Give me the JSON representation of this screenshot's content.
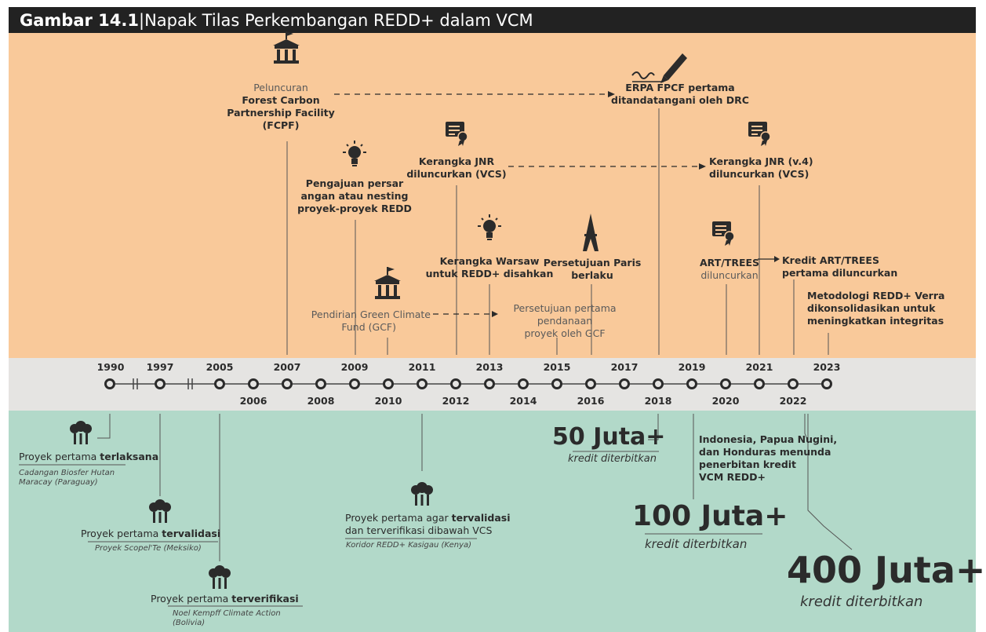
{
  "title": {
    "bold": "Gambar 14.1",
    "sep": "|",
    "rest": " Napak Tilas Perkembangan REDD+ dalam VCM"
  },
  "years_top": [
    "1990",
    "1997",
    "2005",
    "2007",
    "2009",
    "2011",
    "2013",
    "2015",
    "2017",
    "2019",
    "2021",
    "2023"
  ],
  "years_bottom": [
    "2006",
    "2008",
    "2010",
    "2012",
    "2014",
    "2016",
    "2018",
    "2020",
    "2022"
  ],
  "events_top": {
    "fcpf_1": "Peluncuran",
    "fcpf_2": "Forest Carbon",
    "fcpf_3": "Partnership Facility",
    "fcpf_4": "(FCPF)",
    "erpa_1": "ERPA FPCF pertama",
    "erpa_2": "ditandatangani oleh DRC",
    "jnr_1": "Kerangka JNR",
    "jnr_2": "diluncurkan (VCS)",
    "jnr4_1": "Kerangka JNR (v.4)",
    "jnr4_2": "diluncurkan (VCS)",
    "nest_1": "Pengajuan persar",
    "nest_2": "angan atau nesting",
    "nest_3": "proyek-proyek REDD",
    "warsaw_1": "Kerangka Warsaw",
    "warsaw_2": "untuk REDD+ disahkan",
    "paris_1": "Persetujuan Paris",
    "paris_2": "berlaku",
    "art_1": "ART/TREES",
    "art_2": "diluncurkan",
    "artcredit_1": "Kredit ART/TREES",
    "artcredit_2": "pertama diluncurkan",
    "verra_1": "Metodologi REDD+ Verra",
    "verra_2": "dikonsolidasikan untuk",
    "verra_3": "meningkatkan integritas",
    "gcf_1": "Pendirian Green Climate",
    "gcf_2": "Fund  (GCF)",
    "gcfapp_1": "Persetujuan pertama",
    "gcfapp_2": "pendanaan",
    "gcfapp_3": "proyek oleh GCF"
  },
  "events_bottom": {
    "first_impl_a": "Proyek pertama ",
    "first_impl_b": "terlaksana",
    "first_impl_i1": "Cadangan Biosfer Hutan",
    "first_impl_i2": "Maracay (Paraguay)",
    "first_val_a": "Proyek pertama ",
    "first_val_b": "tervalidasi",
    "first_val_i": "Proyek Scopel'Te (Meksiko)",
    "first_ver_a": "Proyek pertama  ",
    "first_ver_b": "terverifikasi",
    "first_ver_i1": "Noel Kempff Climate Action",
    "first_ver_i2": "(Bolivia)",
    "vcs_a": "Proyek pertama agar ",
    "vcs_b": "tervalidasi",
    "vcs_2": "dan terverifikasi dibawah VCS",
    "vcs_i": "Koridor REDD+ Kasigau (Kenya)",
    "indo_1": "Indonesia, Papua Nugini,",
    "indo_2": "dan Honduras menunda",
    "indo_3": "penerbitan kredit",
    "indo_4": "VCM REDD+",
    "m50": "50 Juta+",
    "m50_sub": "kredit diterbitkan",
    "m100": "100 Juta+",
    "m100_sub": "kredit diterbitkan",
    "m400": "400 Juta+",
    "m400_sub": "kredit diterbitkan"
  },
  "icons": [
    "institution-icon",
    "pen-icon",
    "certificate-icon",
    "lightbulb-icon",
    "eiffel-tower-icon",
    "tree-icon"
  ],
  "colors": {
    "top": "#f9c99a",
    "mid": "#e5e4e2",
    "bottom": "#b2d9c9",
    "titlebar": "#222222"
  }
}
